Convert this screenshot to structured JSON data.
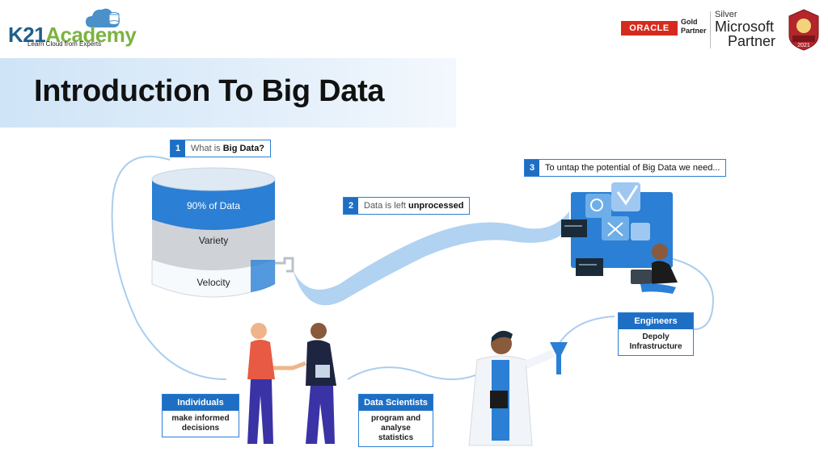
{
  "brand": {
    "name_main": "K21",
    "name_accent": "Academy",
    "tagline": "Learn Cloud from Experts"
  },
  "partners": {
    "oracle": "ORACLE",
    "oracle_level": "Gold",
    "oracle_role": "Partner",
    "ms_tier": "Silver",
    "ms_name": "Microsoft",
    "ms_role": "Partner",
    "badge_year": "2021"
  },
  "title": "Introduction To Big Data",
  "steps": [
    {
      "num": "1",
      "prefix": "What is",
      "emphasis": "Big Data?"
    },
    {
      "num": "2",
      "prefix": "Data is left",
      "emphasis": "unprocessed"
    },
    {
      "num": "3",
      "prefix": "To untap the potential of Big Data we need...",
      "emphasis": ""
    }
  ],
  "database_layers": [
    "90% of Data",
    "Variety",
    "Velocity"
  ],
  "roles": [
    {
      "title": "Individuals",
      "desc_line1": "make informed",
      "desc_line2": "decisions"
    },
    {
      "title": "Data Scientists",
      "desc_line1": "program and",
      "desc_line2": "analyse statistics"
    },
    {
      "title": "Engineers",
      "desc_line1": "Depoly",
      "desc_line2": "Infrastructure"
    }
  ],
  "colors": {
    "primary_blue": "#1e6fc4",
    "light_blue": "#a9cdf0",
    "accent_green": "#7cb342",
    "oracle_red": "#d52b1e"
  }
}
